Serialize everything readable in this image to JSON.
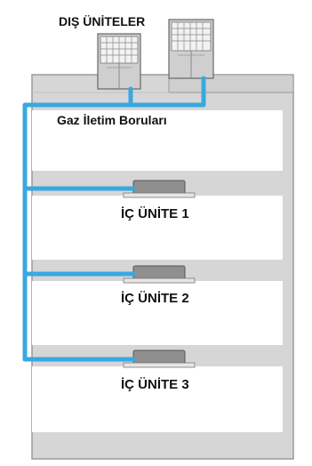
{
  "labels": {
    "outdoor_units": "DIŞ ÜNİTELER",
    "gas_pipes": "Gaz İletim Boruları",
    "indoor_units": [
      "İÇ ÜNİTE 1",
      "İÇ ÜNİTE 2",
      "İÇ ÜNİTE 3"
    ]
  },
  "colors": {
    "pipe": "#3aa8e0",
    "building_frame": "#d6d6d6",
    "building_outline": "#9a9a9a",
    "floor_slot": "#ffffff",
    "unit_body": "#8f8f8f",
    "unit_panel": "#e6e6e6"
  },
  "icons": [
    "outdoor-unit-icon",
    "indoor-cassette-unit-icon"
  ]
}
